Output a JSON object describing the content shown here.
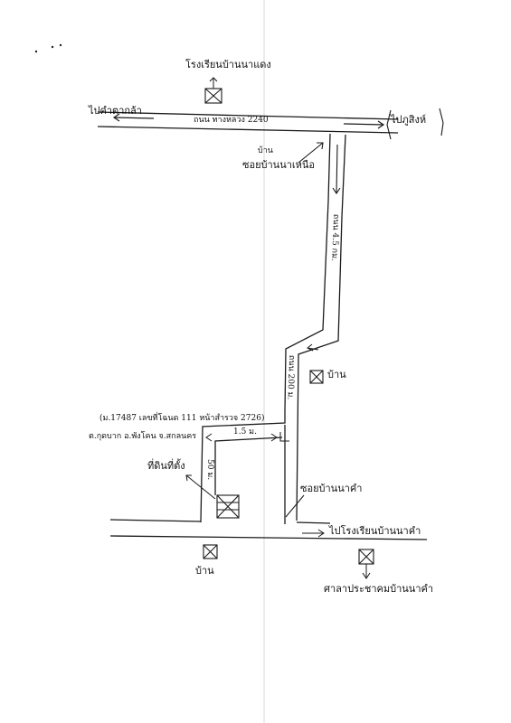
{
  "labels": {
    "top_landmark": "โรงเรียนบ้านนาแดง",
    "road_left": "ไปคำตากล้า",
    "road_right": "ไปภูสิงห์",
    "road_name": "ถนน ทางหลวง 2240",
    "village_junction_1": "บ้าน",
    "village_junction_2": "ซอยบ้านนาเหนือ",
    "dist_main": "ถนน 4.5 กม.",
    "dist_road2": "ถนน 200 ม.",
    "house_right": "บ้าน",
    "address_1": "(ม.17487 เลขที่โฉนด 111 หน้าสำรวจ 2726)",
    "address_2": "ต.กุดบาก อ.พังโคน จ.สกลนคร",
    "dist_15": "1.5 ม.",
    "dist_50": "50 ม.",
    "land_label": "ที่ดินที่ตั้ง",
    "soi_label": "ซอยบ้านนาคำ",
    "bottom_right_road": "ไปโรงเรียนบ้านนาคำ",
    "bottom_house": "บ้าน",
    "bottom_landmark": "ศาลาประชาคมบ้านนาคำ"
  },
  "icons": {
    "x_box": "crossed-square-icon",
    "arrow": "arrow-icon"
  },
  "colors": {
    "ink": "#1a1a1a",
    "paper": "#ffffff"
  }
}
